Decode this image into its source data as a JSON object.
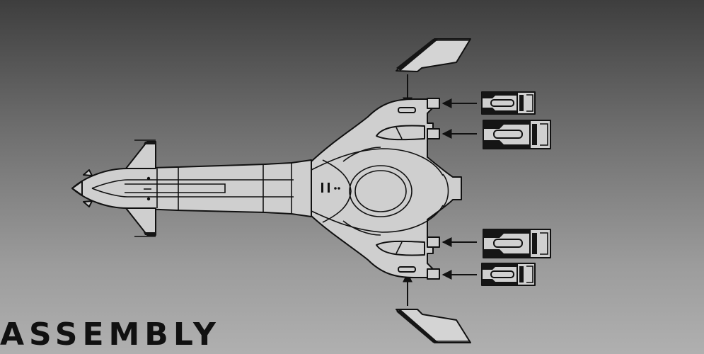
{
  "title": "ASSEMBLY",
  "colors": {
    "background_top": "#3e3e3e",
    "background_bottom": "#b0b0b0",
    "hull": "#cfcfcf",
    "outline": "#111111"
  },
  "parts": {
    "ship_hull": "spaceship-top-view",
    "upper_wing": "wing-fin",
    "lower_wing": "wing-fin",
    "engine_pods": [
      "engine-pod",
      "engine-pod",
      "engine-pod",
      "engine-pod"
    ]
  }
}
